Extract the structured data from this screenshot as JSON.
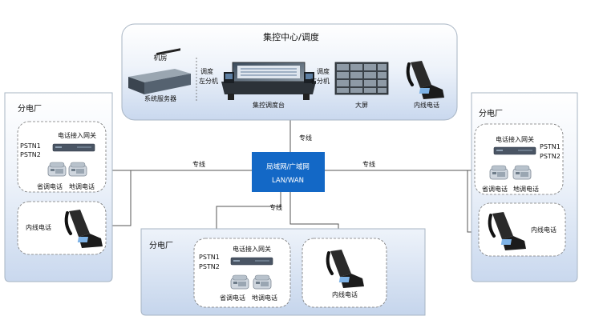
{
  "center": {
    "title": "集控中心/调度",
    "machine_room": "机房",
    "system_server": "系统服务器",
    "dispatch_left_1": "调度",
    "dispatch_left_2": "左分机",
    "dispatch_right_1": "调度",
    "dispatch_right_2": "右分机",
    "console": "集控调度台",
    "big_screen": "大屏",
    "internal_phone": "内线电话"
  },
  "network": {
    "label_1": "局域网/广域网",
    "label_2": "LAN/WAN"
  },
  "link_label": "专线",
  "branch_left": {
    "title": "分电厂",
    "gateway": "电话接入网关",
    "pstn1": "PSTN1",
    "pstn2": "PSTN2",
    "prov_phone": "省调电话",
    "local_phone": "地调电话",
    "internal_phone": "内线电话"
  },
  "branch_right": {
    "title": "分电厂",
    "gateway": "电话接入网关",
    "pstn1": "PSTN1",
    "pstn2": "PSTN2",
    "prov_phone": "省调电话",
    "local_phone": "地调电话",
    "internal_phone": "内线电话"
  },
  "branch_bottom": {
    "title": "分电厂",
    "gateway": "电话接入网关",
    "pstn1": "PSTN1",
    "pstn2": "PSTN2",
    "prov_phone": "省调电话",
    "local_phone": "地调电话",
    "internal_phone": "内线电话"
  },
  "colors": {
    "lan_box": "#1368c6",
    "panel_bg": "#d7e3f4",
    "line": "#555555"
  }
}
